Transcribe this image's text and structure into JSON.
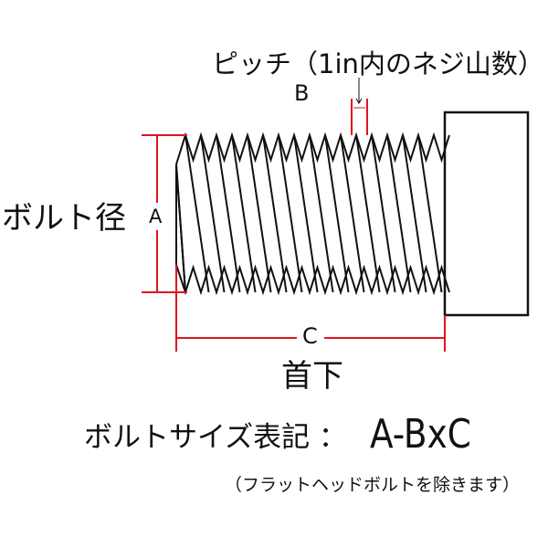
{
  "labels": {
    "pitch": "ピッチ（1in内のネジ山数）",
    "b": "B",
    "bolt_diameter": "ボルト径",
    "a": "A",
    "c": "C",
    "under_head": "首下",
    "notation_label": "ボルトサイズ表記 ：",
    "notation_value": "A-BxC",
    "note": "（フラットヘッドボルトを除きます）"
  },
  "colors": {
    "dimension": "#e0141e",
    "outline": "#111111"
  }
}
